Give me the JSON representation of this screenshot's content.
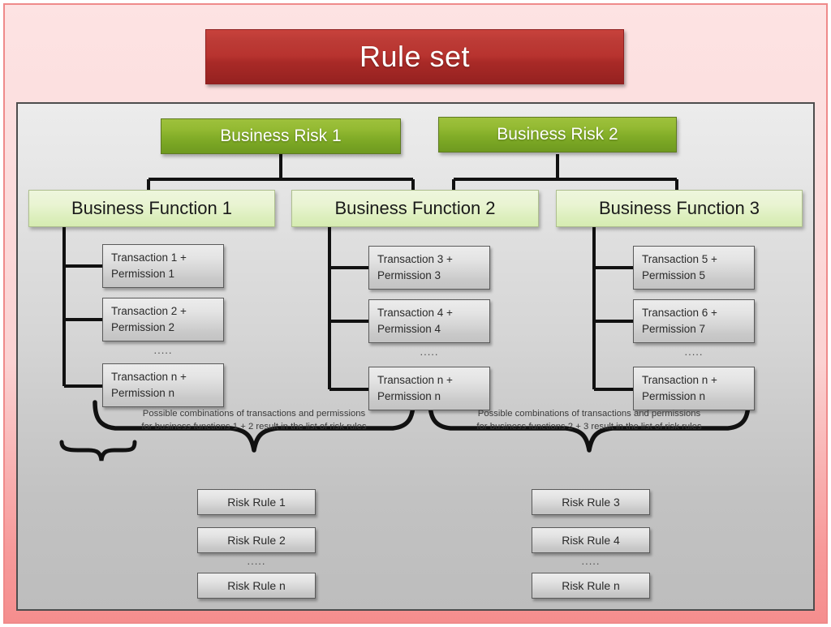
{
  "title": {
    "text": "Rule set"
  },
  "colors": {
    "frame_border": "#ef8a8a",
    "frame_bg_top": "#fde3e3",
    "frame_bg_bottom": "#f58e8e",
    "title_bar": "#b8332f",
    "risk_box": "#82ad28",
    "function_box": "#e1f0c6",
    "node_box": "#d6d6d6",
    "panel_border": "#4d4d4d",
    "connector": "#111111"
  },
  "risks": [
    {
      "label": "Business Risk 1"
    },
    {
      "label": "Business Risk 2"
    }
  ],
  "functions": [
    {
      "label": "Business Function 1"
    },
    {
      "label": "Business Function 2"
    },
    {
      "label": "Business Function 3"
    }
  ],
  "columns": [
    {
      "items": [
        {
          "line1": "Transaction 1 +",
          "line2": "Permission 1"
        },
        {
          "line1": "Transaction 2 +",
          "line2": "Permission 2"
        },
        {
          "line1": "Transaction n +",
          "line2": "Permission n"
        }
      ],
      "ellipsis": "....."
    },
    {
      "items": [
        {
          "line1": "Transaction 3 +",
          "line2": "Permission 3"
        },
        {
          "line1": "Transaction 4 +",
          "line2": "Permission 4"
        },
        {
          "line1": "Transaction n +",
          "line2": "Permission n"
        }
      ],
      "ellipsis": "....."
    },
    {
      "items": [
        {
          "line1": "Transaction 5 +",
          "line2": "Permission 5"
        },
        {
          "line1": "Transaction 6 +",
          "line2": "Permission 7"
        },
        {
          "line1": "Transaction n +",
          "line2": "Permission n"
        }
      ],
      "ellipsis": "....."
    }
  ],
  "captions": [
    {
      "line1": "Possible combinations of transactions and permissions",
      "line2": "for business functions 1 + 2 result in the list of risk rules"
    },
    {
      "line1": "Possible combinations of transactions and permissions",
      "line2": "for business functions 2 + 3 result in the list of risk rules"
    }
  ],
  "rule_groups": [
    {
      "items": [
        {
          "label": "Risk Rule 1"
        },
        {
          "label": "Risk Rule 2"
        },
        {
          "label": "Risk Rule n"
        }
      ],
      "ellipsis": "....."
    },
    {
      "items": [
        {
          "label": "Risk Rule 3"
        },
        {
          "label": "Risk Rule 4"
        },
        {
          "label": "Risk Rule n"
        }
      ],
      "ellipsis": "....."
    }
  ]
}
